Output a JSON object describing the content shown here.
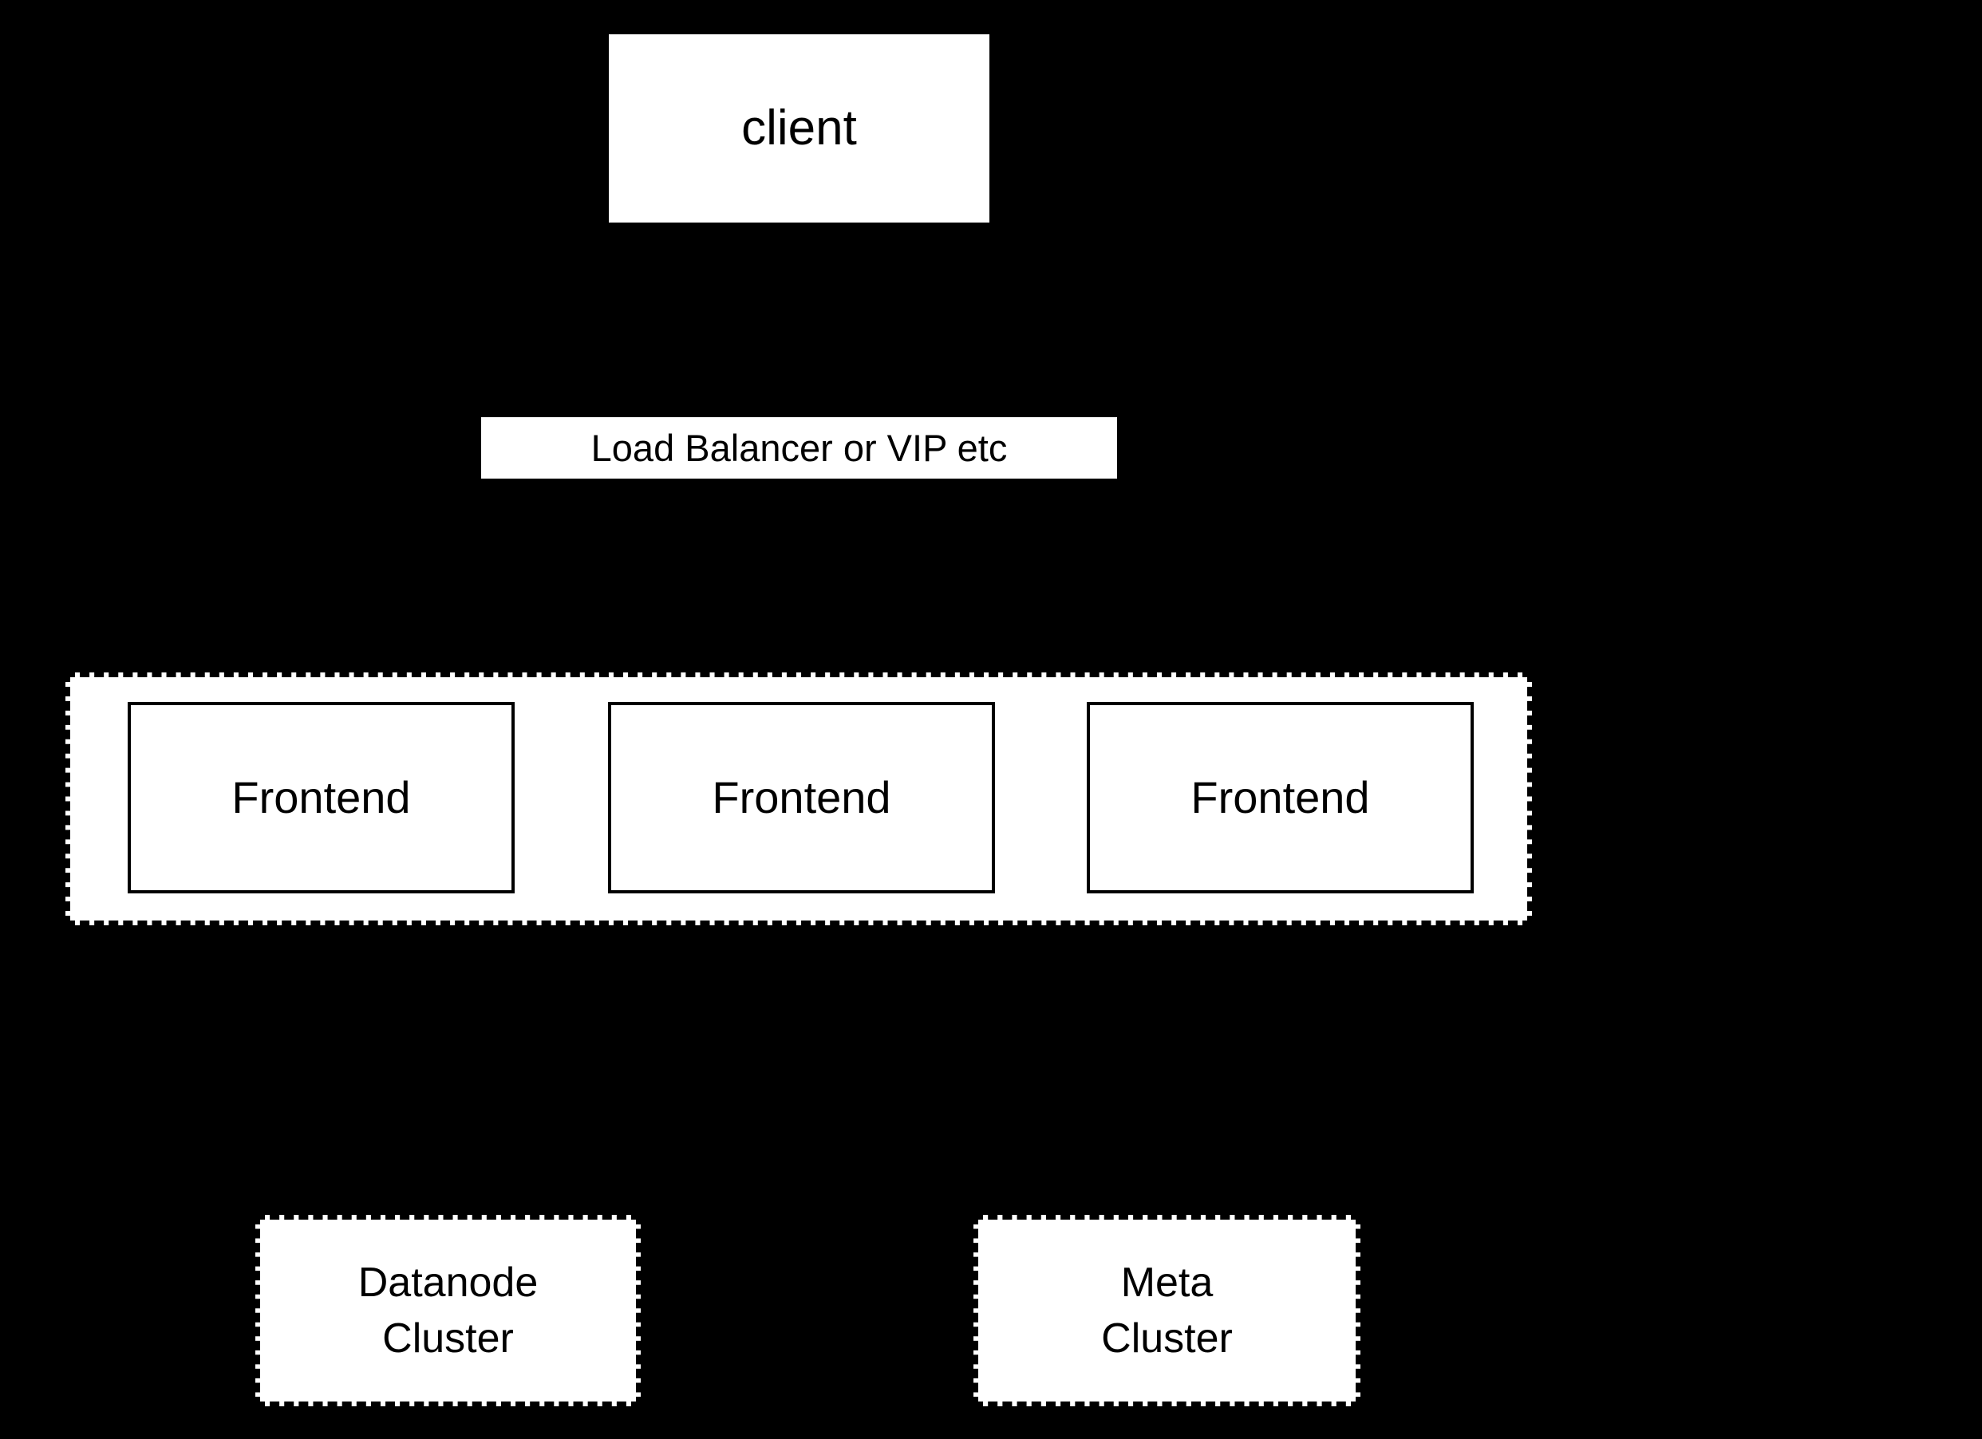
{
  "colors": {
    "background": "#000000",
    "node_fill": "#ffffff",
    "stroke": "#000000",
    "text": "#000000"
  },
  "nodes": {
    "client": {
      "label": "client"
    },
    "load_balancer": {
      "label": "Load Balancer or VIP etc"
    },
    "frontends": [
      {
        "label": "Frontend"
      },
      {
        "label": "Frontend"
      },
      {
        "label": "Frontend"
      }
    ],
    "datanode_cluster": {
      "line1": "Datanode",
      "line2": "Cluster"
    },
    "meta_cluster": {
      "line1": "Meta",
      "line2": "Cluster"
    }
  }
}
